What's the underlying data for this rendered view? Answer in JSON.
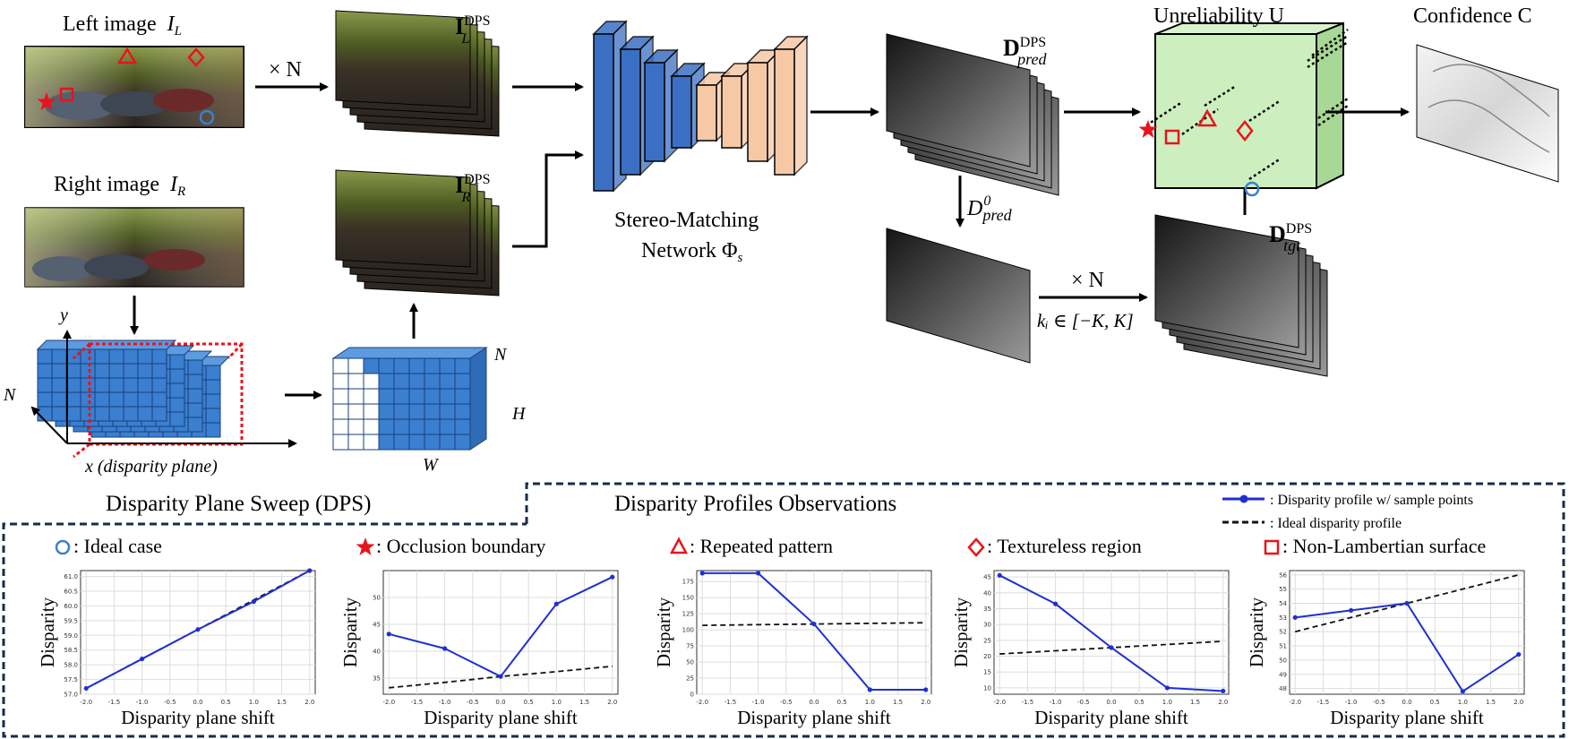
{
  "top": {
    "left_image_label": "Left image",
    "left_image_symbol": "I",
    "left_image_sub": "L",
    "right_image_label": "Right image",
    "right_image_symbol": "I",
    "right_image_sub": "R",
    "times_n_1": "× N",
    "il_dps_symbol": "I",
    "il_dps_sub": "L",
    "ir_dps_symbol": "I",
    "ir_dps_sub": "R",
    "dps_sup": "DPS",
    "network_line1": "Stereo-Matching",
    "network_line2": "Network Φ",
    "network_sub": "s",
    "dpred_symbol": "D",
    "dpred_sub": "pred",
    "d0_symbol": "D",
    "d0_sub": "pred",
    "d0_sup": "0",
    "times_n_2": "× N",
    "k_range": "kᵢ ∈ [−K, K]",
    "dtgt_symbol": "D",
    "dtgt_sub": "tgt",
    "unreliability_label": "Unreliability U",
    "confidence_label": "Confidence C",
    "axis_y": "y",
    "axis_n": "N",
    "axis_x": "x (disparity plane)",
    "grid_n": "N",
    "grid_h": "H",
    "grid_w": "W",
    "dps_title": "Disparity Plane Sweep (DPS)"
  },
  "bottom": {
    "title": "Disparity Profiles Observations",
    "legend_profile": ": Disparity profile w/ sample points",
    "legend_ideal": ": Ideal disparity profile",
    "xlabel": "Disparity plane shift",
    "ylabel": "Disparity"
  },
  "colors": {
    "profile": "#1f2fd4",
    "ideal": "#111111",
    "red_marker": "#e8141c",
    "blue_marker": "#3a7fd0",
    "network_blue": "#3a6fc4",
    "network_peach": "#f6c8a6",
    "unreliability_green": "#cdeebf",
    "dashed_border": "#1a2b4a"
  },
  "chart_data": [
    {
      "type": "line",
      "title": ": Ideal case",
      "marker": "circle",
      "xlabel": "Disparity plane shift",
      "ylabel": "Disparity",
      "x": [
        -2.0,
        -1.0,
        0.0,
        1.0,
        2.0
      ],
      "xticks": [
        "-2.0",
        "-1.5",
        "-1.0",
        "-0.5",
        "0.0",
        "0.5",
        "1.0",
        "1.5",
        "2.0"
      ],
      "ylim": [
        57.0,
        61.2
      ],
      "yticks": [
        "57.0",
        "57.5",
        "58.0",
        "58.5",
        "59.0",
        "59.5",
        "60.0",
        "60.5",
        "61.0"
      ],
      "series": [
        {
          "values": [
            57.2,
            58.2,
            59.2,
            60.15,
            61.2
          ]
        },
        {
          "values": [
            57.2,
            58.2,
            59.2,
            60.2,
            61.2
          ]
        }
      ],
      "grid": true
    },
    {
      "type": "line",
      "title": ": Occlusion boundary",
      "marker": "star",
      "xlabel": "Disparity plane shift",
      "ylabel": "Disparity",
      "x": [
        -2.0,
        -1.0,
        0.0,
        1.0,
        2.0
      ],
      "xticks": [
        "-2.0",
        "-1.5",
        "-1.0",
        "-0.5",
        "0.0",
        "0.5",
        "1.0",
        "1.5",
        "2.0"
      ],
      "ylim": [
        32,
        55
      ],
      "yticks": [
        "35",
        "40",
        "45",
        "50"
      ],
      "series": [
        {
          "values": [
            43.2,
            40.5,
            35.3,
            48.8,
            53.8
          ]
        },
        {
          "values": [
            33.2,
            34.2,
            35.3,
            36.2,
            37.2
          ]
        }
      ],
      "grid": true
    },
    {
      "type": "line",
      "title": ": Repeated pattern",
      "marker": "triangle",
      "xlabel": "Disparity plane shift",
      "ylabel": "Disparity",
      "x": [
        -2.0,
        -1.0,
        0.0,
        1.0,
        2.0
      ],
      "xticks": [
        "-2.0",
        "-1.5",
        "-1.0",
        "-0.5",
        "0.0",
        "0.5",
        "1.0",
        "1.5",
        "2.0"
      ],
      "ylim": [
        0,
        192
      ],
      "yticks": [
        "0",
        "25",
        "50",
        "75",
        "100",
        "125",
        "150",
        "175"
      ],
      "series": [
        {
          "values": [
            188,
            188,
            109,
            7,
            7
          ]
        },
        {
          "values": [
            107,
            108,
            109,
            110,
            111
          ]
        }
      ],
      "grid": true
    },
    {
      "type": "line",
      "title": ": Textureless region",
      "marker": "diamond",
      "xlabel": "Disparity plane shift",
      "ylabel": "Disparity",
      "x": [
        -2.0,
        -1.0,
        0.0,
        1.0,
        2.0
      ],
      "xticks": [
        "-2.0",
        "-1.5",
        "-1.0",
        "-0.5",
        "0.0",
        "0.5",
        "1.0",
        "1.5",
        "2.0"
      ],
      "ylim": [
        8,
        47
      ],
      "yticks": [
        "10",
        "15",
        "20",
        "25",
        "30",
        "35",
        "40",
        "45"
      ],
      "series": [
        {
          "values": [
            45.5,
            36.5,
            22.7,
            10.0,
            9.0
          ]
        },
        {
          "values": [
            20.7,
            21.7,
            22.7,
            23.7,
            24.7
          ]
        }
      ],
      "grid": true
    },
    {
      "type": "line",
      "title": ": Non-Lambertian surface",
      "marker": "square",
      "xlabel": "Disparity plane shift",
      "ylabel": "Disparity",
      "x": [
        -2.0,
        -1.0,
        0.0,
        1.0,
        2.0
      ],
      "xticks": [
        "-2.0",
        "-1.5",
        "-1.0",
        "-0.5",
        "0.0",
        "0.5",
        "1.0",
        "1.5",
        "2.0"
      ],
      "ylim": [
        47.6,
        56.3
      ],
      "yticks": [
        "48",
        "49",
        "50",
        "51",
        "52",
        "53",
        "54",
        "55",
        "56"
      ],
      "series": [
        {
          "values": [
            53.0,
            53.5,
            54.0,
            47.8,
            50.4
          ]
        },
        {
          "values": [
            52.0,
            53.0,
            54.0,
            55.0,
            56.0
          ]
        }
      ],
      "grid": true
    }
  ]
}
